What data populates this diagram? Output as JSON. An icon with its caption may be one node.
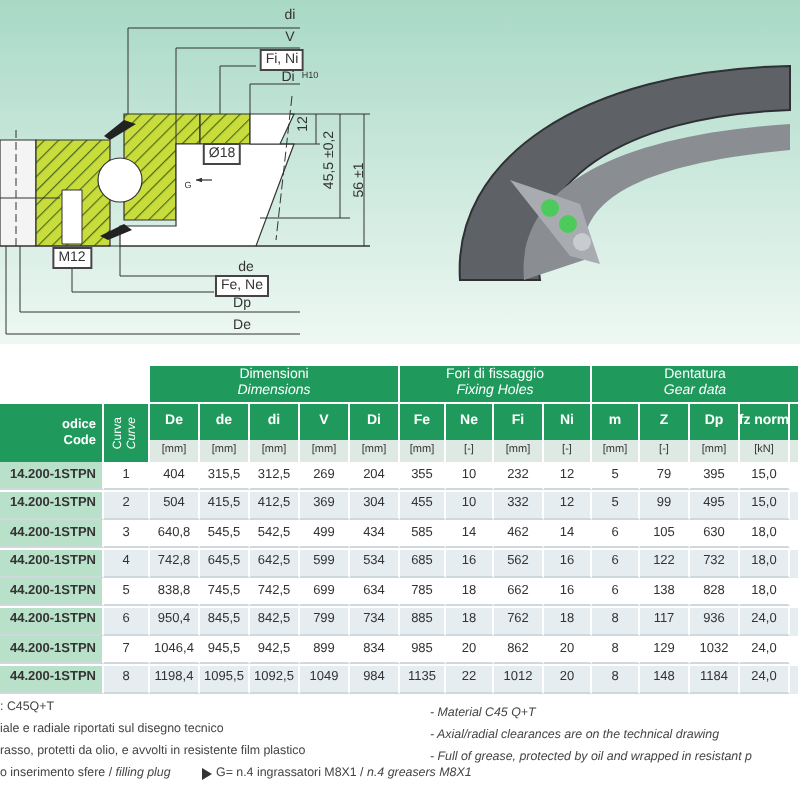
{
  "diagram": {
    "labels": [
      "di",
      "V",
      "Fi, Ni",
      "Di",
      "H10",
      "12",
      "45,5 ±0,2",
      "56 ±1",
      "Ø18",
      "G",
      "M12",
      "de",
      "Fe, Ne",
      "Dp",
      "De",
      "odice",
      "Code",
      "Curva",
      "Curve",
      "Dimensioni",
      "Dimensions",
      "Fori di fissaggio",
      "Fixing Holes",
      "Dentatura",
      "Gear data",
      "De",
      "de",
      "di",
      "V",
      "Di",
      "Fe",
      "Ne",
      "Fi",
      "Ni",
      "m",
      "Z",
      "Dp",
      "fz norm",
      "[mm]",
      "[mm]",
      "[mm]",
      "[mm]",
      "[mm]",
      "[mm]",
      "[-]",
      "[mm]",
      "[-]",
      "[mm]",
      "[-]",
      "[mm]",
      "[kN]",
      "14.200-1STPN",
      "1",
      "404",
      "315,5",
      "312,5",
      "269",
      "204",
      "355",
      "10",
      "232",
      "12",
      "5",
      "79",
      "395",
      "15,0",
      "14.200-1STPN",
      "2",
      "504",
      "415,5",
      "412,5",
      "369",
      "304",
      "455",
      "10",
      "332",
      "12",
      "5",
      "99",
      "495",
      "15,0",
      "44.200-1STPN",
      "3",
      "640,8",
      "545,5",
      "542,5",
      "499",
      "434",
      "585",
      "14",
      "462",
      "14",
      "6",
      "105",
      "630",
      "18,0",
      "44.200-1STPN",
      "4",
      "742,8",
      "645,5",
      "642,5",
      "599",
      "534",
      "685",
      "16",
      "562",
      "16",
      "6",
      "122",
      "732",
      "18,0",
      "44.200-1STPN",
      "5",
      "838,8",
      "745,5",
      "742,5",
      "699",
      "634",
      "785",
      "18",
      "662",
      "16",
      "6",
      "138",
      "828",
      "18,0",
      "44.200-1STPN",
      "6",
      "950,4",
      "845,5",
      "842,5",
      "799",
      "734",
      "885",
      "18",
      "762",
      "18",
      "8",
      "117",
      "936",
      "24,0",
      "44.200-1STPN",
      "7",
      "1046,4",
      "945,5",
      "942,5",
      "899",
      "834",
      "985",
      "20",
      "862",
      "20",
      "8",
      "129",
      "1032",
      "24,0",
      "44.200-1STPN",
      "8",
      "1198,4",
      "1095,5",
      "1092,5",
      "1049",
      "984",
      "1135",
      "22",
      "1012",
      "20",
      "8",
      "148",
      "1184",
      "24,0",
      ": C45Q+T",
      "iale e radiale riportati sul disegno tecnico",
      "rasso, protetti da olio, e avvolti in resistente film plastico",
      "o inserimento sfere / *filling plug*",
      "G= n.4 ingrassatori M8X1 / *n.4 greasers M8X1*",
      "- Material C45 Q+T",
      "- Axial/radial clearances are on the technical drawing",
      "- Full of grease, protected by oil and wrapped in resistant p"
    ]
  }
}
